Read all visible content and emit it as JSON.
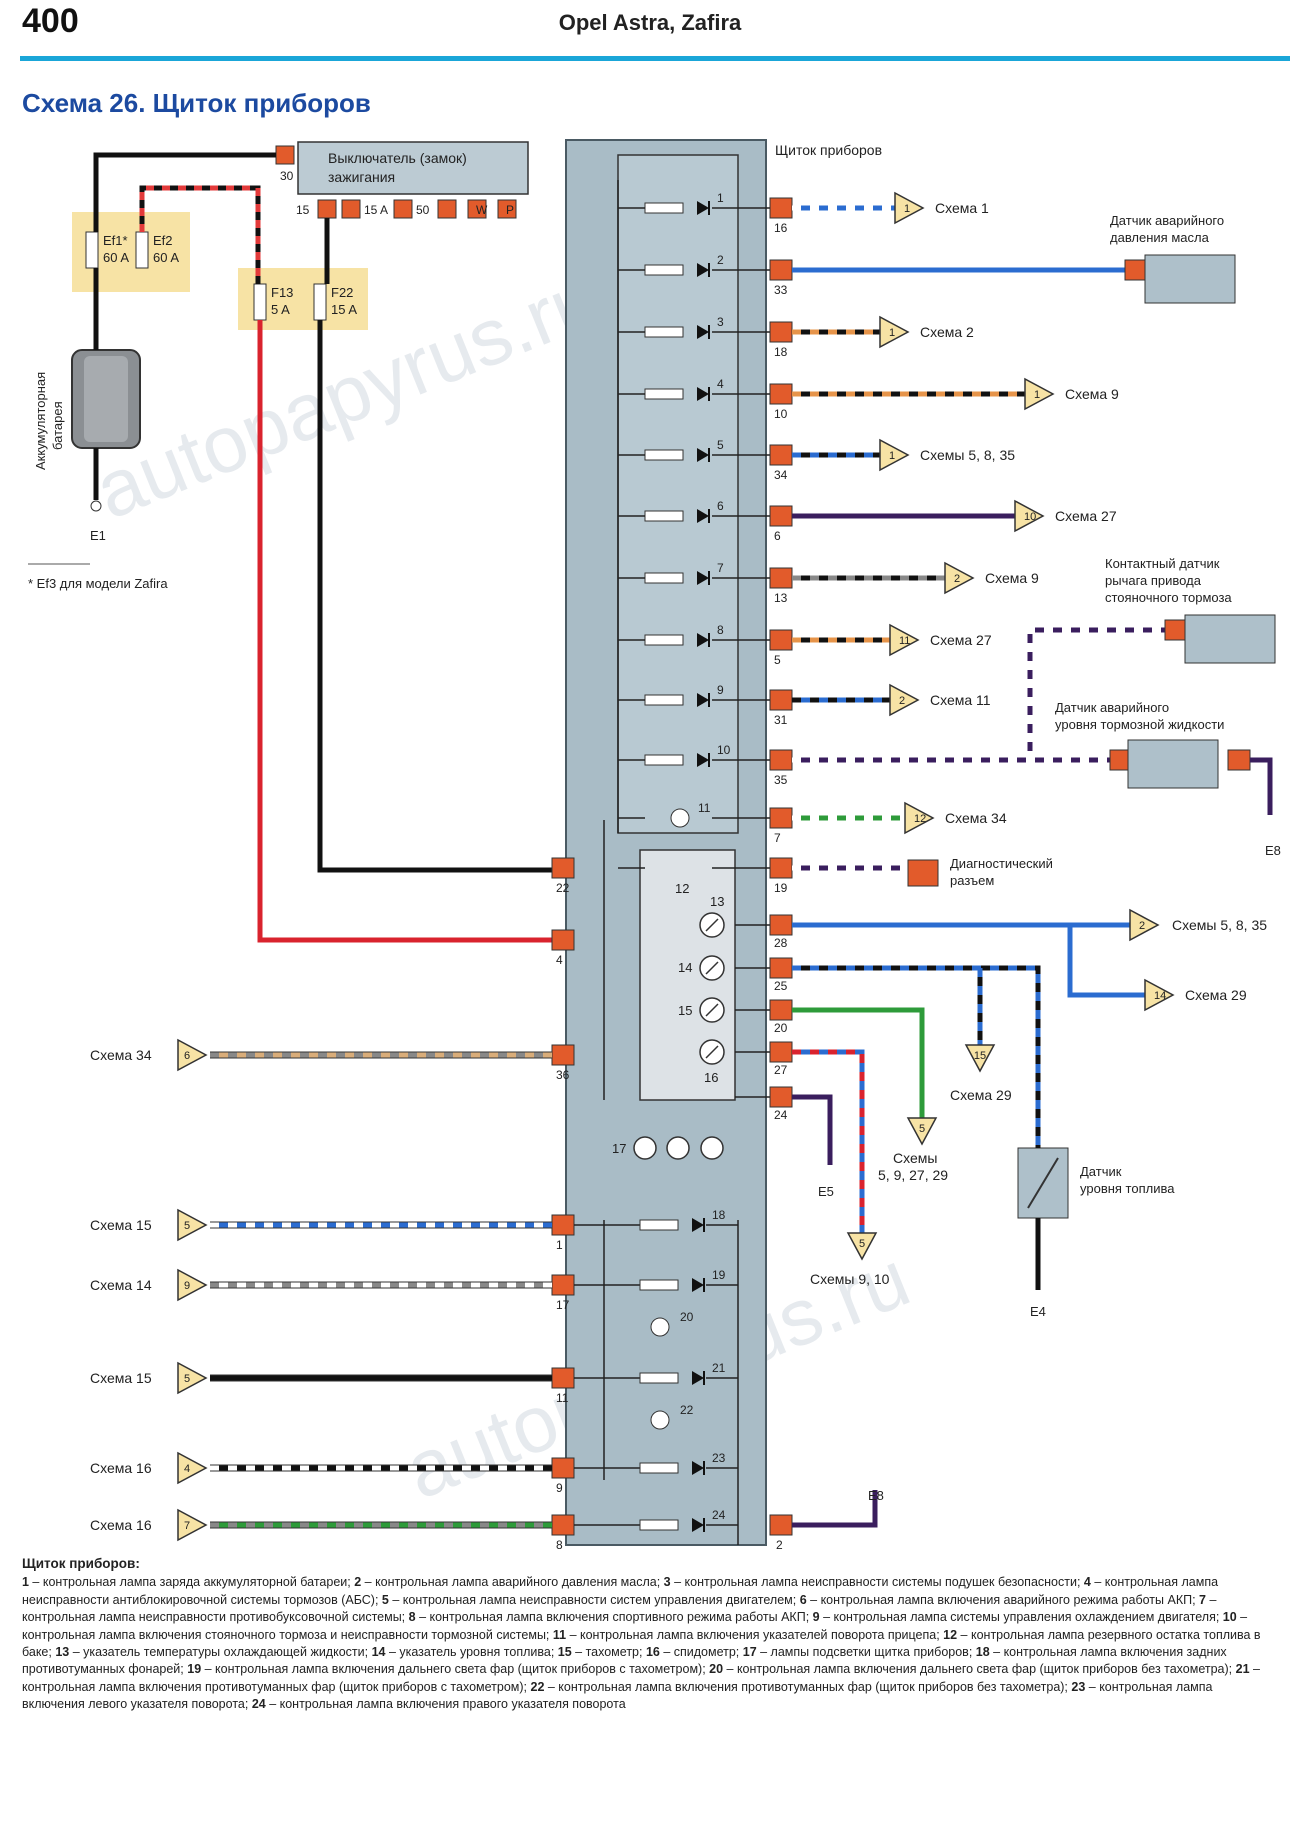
{
  "header": {
    "page_number": "400",
    "book_title": "Opel Astra, Zafira"
  },
  "heading": "Схема 26. Щиток приборов",
  "panel_label": "Щиток приборов",
  "ignition": {
    "label1": "Выключатель (замок)",
    "label2": "зажигания",
    "pin30": "30",
    "pin15": "15",
    "pin15a": "15 A",
    "pin50": "50",
    "pinW": "W",
    "pinP": "P"
  },
  "fuses": {
    "ef1": "Ef1*",
    "ef1_rating": "60 A",
    "ef2": "Ef2",
    "ef2_rating": "60 A",
    "f13": "F13",
    "f13_rating": "5 A",
    "f22": "F22",
    "f22_rating": "15 A"
  },
  "battery": {
    "label1": "Аккумуляторная",
    "label2": "батарея"
  },
  "grounds": {
    "e1": "E1",
    "e8": "E8",
    "e5": "E5",
    "e4": "E4"
  },
  "footnote": "* Ef3 для модели Zafira",
  "right_pins": [
    {
      "pin": "16",
      "lamp": "1",
      "tri": "1",
      "ref": "Схема 1"
    },
    {
      "pin": "33",
      "lamp": "2"
    },
    {
      "pin": "18",
      "lamp": "3",
      "tri": "1",
      "ref": "Схема 2"
    },
    {
      "pin": "10",
      "lamp": "4",
      "tri": "1",
      "ref": "Схема 9"
    },
    {
      "pin": "34",
      "lamp": "5",
      "tri": "1",
      "ref": "Схемы 5, 8, 35"
    },
    {
      "pin": "6",
      "lamp": "6",
      "tri": "10",
      "ref": "Схема 27"
    },
    {
      "pin": "13",
      "lamp": "7",
      "tri": "2",
      "ref": "Схема 9"
    },
    {
      "pin": "5",
      "lamp": "8",
      "tri": "11",
      "ref": "Схема 27"
    },
    {
      "pin": "31",
      "lamp": "9",
      "tri": "2",
      "ref": "Схема 11"
    },
    {
      "pin": "35",
      "lamp": "10"
    },
    {
      "pin": "7",
      "lamp": "11",
      "tri": "12",
      "ref": "Схема 34"
    },
    {
      "pin": "19",
      "ref": "Диагностический разъем"
    }
  ],
  "diag_connector": {
    "line1": "Диагностический",
    "line2": "разъем"
  },
  "gauges": {
    "pin28": "28",
    "pin25": "25",
    "pin20": "20",
    "pin27": "27",
    "pin24": "24",
    "n12": "12",
    "n13": "13",
    "n14": "14",
    "n15": "15",
    "n16": "16",
    "n17": "17",
    "tri28": "2",
    "ref28": "Схемы 5, 8, 35",
    "tri29": "14",
    "ref29": "Схема 29",
    "tri15": "15",
    "ref15": "Схема 29",
    "tri5": "5",
    "ref5a": "Схемы",
    "ref5b": "5, 9, 27, 29",
    "tri9": "5",
    "ref9": "Схемы 9, 10"
  },
  "sensors": {
    "oil": {
      "line1": "Датчик аварийного",
      "line2": "давления масла"
    },
    "park": {
      "line1": "Контактный датчик",
      "line2": "рычага привода",
      "line3": "стояночного тормоза"
    },
    "brake": {
      "line1": "Датчик аварийного",
      "line2": "уровня тормозной жидкости"
    },
    "fuel": {
      "line1": "Датчик",
      "line2": "уровня топлива"
    }
  },
  "left_pins": [
    {
      "pin": "22"
    },
    {
      "pin": "4"
    },
    {
      "pin": "36",
      "tri": "6",
      "ref": "Схема 34"
    },
    {
      "pin": "1",
      "tri": "5",
      "ref": "Схема 15",
      "lamp": "18"
    },
    {
      "pin": "17",
      "tri": "9",
      "ref": "Схема 14",
      "lamp": "19",
      "lamp2": "20"
    },
    {
      "pin": "11",
      "tri": "5",
      "ref": "Схема 15",
      "lamp": "21",
      "lamp2": "22"
    },
    {
      "pin": "9",
      "tri": "4",
      "ref": "Схема 16",
      "lamp": "23"
    },
    {
      "pin": "8",
      "tri": "7",
      "ref": "Схема 16",
      "lamp": "24"
    }
  ],
  "pin2": "2",
  "watermarks": [
    "autopapyrus.ru",
    "autopapyrus.ru"
  ],
  "legend": {
    "title": "Щиток приборов:",
    "items": [
      {
        "n": "1",
        "t": " – контрольная лампа заряда аккумуляторной батареи; "
      },
      {
        "n": "2",
        "t": " – контрольная лампа аварийного давления масла; "
      },
      {
        "n": "3",
        "t": " – контрольная лампа неисправности системы подушек безопасности; "
      },
      {
        "n": "4",
        "t": " – контрольная лампа неисправности антиблокировочной системы тормозов (АБС); "
      },
      {
        "n": "5",
        "t": " – контрольная лампа неисправности систем управления двигателем; "
      },
      {
        "n": "6",
        "t": " – контрольная лампа включения аварийного режима работы АКП; "
      },
      {
        "n": "7",
        "t": " – контрольная лампа неисправности противобуксовочной системы; "
      },
      {
        "n": "8",
        "t": " – контрольная лампа включения спортивного режима работы АКП; "
      },
      {
        "n": "9",
        "t": " – контрольная лампа системы управления охлаждением двигателя; "
      },
      {
        "n": "10",
        "t": " – контрольная лампа включения стояночного тормоза и неисправности тормозной системы; "
      },
      {
        "n": "11",
        "t": " – контрольная лампа включения указателей поворота прицепа; "
      },
      {
        "n": "12",
        "t": " – контрольная лампа резервного остатка топлива в баке; "
      },
      {
        "n": "13",
        "t": " – указатель температуры охлаждающей жидкости; "
      },
      {
        "n": "14",
        "t": " – указатель уровня топлива; "
      },
      {
        "n": "15",
        "t": " – тахометр; "
      },
      {
        "n": "16",
        "t": " – спидометр; "
      },
      {
        "n": "17",
        "t": " – лампы подсветки щитка приборов; "
      },
      {
        "n": "18",
        "t": " – контрольная лампа включения задних противотуманных фонарей; "
      },
      {
        "n": "19",
        "t": " – контрольная лампа включения дальнего света фар (щиток приборов с тахометром); "
      },
      {
        "n": "20",
        "t": " – контрольная лампа включения дальнего света фар (щиток приборов без тахометра); "
      },
      {
        "n": "21",
        "t": " – контрольная лампа включения противотуманных фар (щиток приборов с тахометром); "
      },
      {
        "n": "22",
        "t": " – контрольная лампа включения противотуманных фар (щиток приборов без тахометра); "
      },
      {
        "n": "23",
        "t": " – контрольная лампа включения левого указателя поворота; "
      },
      {
        "n": "24",
        "t": " – контрольная лампа включения правого указателя поворота"
      }
    ]
  }
}
